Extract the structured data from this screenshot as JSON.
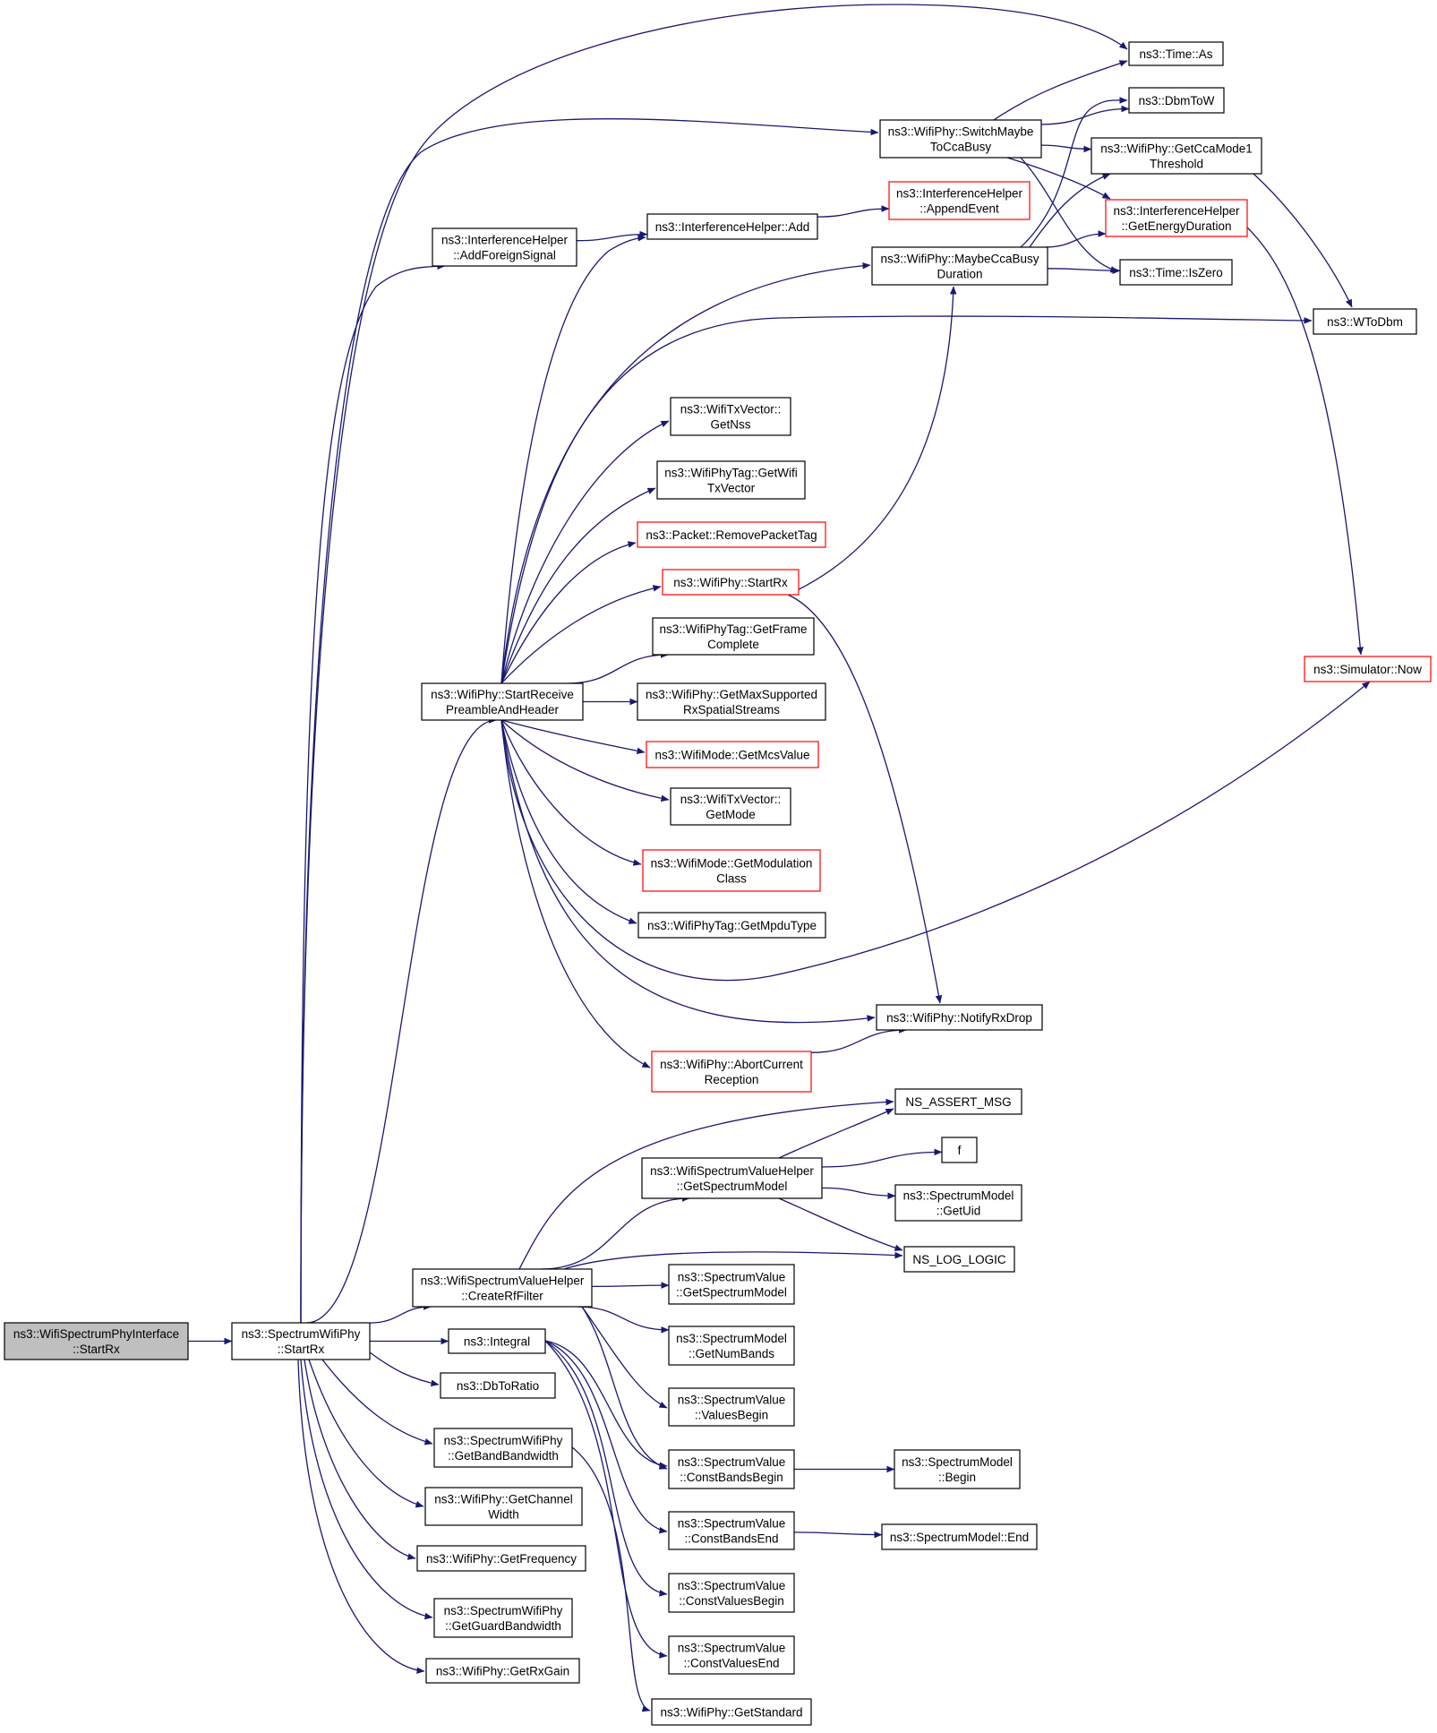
{
  "colors": {
    "edge": "#191970",
    "border": "#000000",
    "truncated_border": "#ff0000",
    "root_fill": "#bfbfbf",
    "node_fill": "#ffffff"
  },
  "nodes": [
    {
      "id": "root",
      "lines": [
        "ns3::WifiSpectrumPhyInterface",
        "::StartRx"
      ],
      "kind": "root"
    },
    {
      "id": "sp_startrx",
      "lines": [
        "ns3::SpectrumWifiPhy",
        "::StartRx"
      ],
      "kind": "normal"
    },
    {
      "id": "time_as",
      "lines": [
        "ns3::Time::As"
      ],
      "kind": "normal"
    },
    {
      "id": "switch_cca",
      "lines": [
        "ns3::WifiPhy::SwitchMaybe",
        "ToCcaBusy"
      ],
      "kind": "normal"
    },
    {
      "id": "dbmtow",
      "lines": [
        "ns3::DbmToW"
      ],
      "kind": "normal"
    },
    {
      "id": "ccamode",
      "lines": [
        "ns3::WifiPhy::GetCcaMode1",
        "Threshold"
      ],
      "kind": "normal"
    },
    {
      "id": "append_event",
      "lines": [
        "ns3::InterferenceHelper",
        "::AppendEvent"
      ],
      "kind": "truncated"
    },
    {
      "id": "energy_dur",
      "lines": [
        "ns3::InterferenceHelper",
        "::GetEnergyDuration"
      ],
      "kind": "truncated"
    },
    {
      "id": "add_foreign",
      "lines": [
        "ns3::InterferenceHelper",
        "::AddForeignSignal"
      ],
      "kind": "normal"
    },
    {
      "id": "ih_add",
      "lines": [
        "ns3::InterferenceHelper::Add"
      ],
      "kind": "normal"
    },
    {
      "id": "maybe_cca",
      "lines": [
        "ns3::WifiPhy::MaybeCcaBusy",
        "Duration"
      ],
      "kind": "normal"
    },
    {
      "id": "iszero",
      "lines": [
        "ns3::Time::IsZero"
      ],
      "kind": "normal"
    },
    {
      "id": "wtodbm",
      "lines": [
        "ns3::WToDbm"
      ],
      "kind": "normal"
    },
    {
      "id": "getnss",
      "lines": [
        "ns3::WifiTxVector::",
        "GetNss"
      ],
      "kind": "normal"
    },
    {
      "id": "get_txvector",
      "lines": [
        "ns3::WifiPhyTag::GetWifi",
        "TxVector"
      ],
      "kind": "normal"
    },
    {
      "id": "remove_tag",
      "lines": [
        "ns3::Packet::RemovePacketTag"
      ],
      "kind": "truncated"
    },
    {
      "id": "wp_startrx",
      "lines": [
        "ns3::WifiPhy::StartRx"
      ],
      "kind": "truncated"
    },
    {
      "id": "frame_complete",
      "lines": [
        "ns3::WifiPhyTag::GetFrame",
        "Complete"
      ],
      "kind": "normal"
    },
    {
      "id": "start_preamble",
      "lines": [
        "ns3::WifiPhy::StartReceive",
        "PreambleAndHeader"
      ],
      "kind": "normal"
    },
    {
      "id": "max_streams",
      "lines": [
        "ns3::WifiPhy::GetMaxSupported",
        "RxSpatialStreams"
      ],
      "kind": "normal"
    },
    {
      "id": "sim_now",
      "lines": [
        "ns3::Simulator::Now"
      ],
      "kind": "truncated"
    },
    {
      "id": "mcs_value",
      "lines": [
        "ns3::WifiMode::GetMcsValue"
      ],
      "kind": "truncated"
    },
    {
      "id": "txv_mode",
      "lines": [
        "ns3::WifiTxVector::",
        "GetMode"
      ],
      "kind": "normal"
    },
    {
      "id": "mod_class",
      "lines": [
        "ns3::WifiMode::GetModulation",
        "Class"
      ],
      "kind": "truncated"
    },
    {
      "id": "mpdu_type",
      "lines": [
        "ns3::WifiPhyTag::GetMpduType"
      ],
      "kind": "normal"
    },
    {
      "id": "notify_drop",
      "lines": [
        "ns3::WifiPhy::NotifyRxDrop"
      ],
      "kind": "normal"
    },
    {
      "id": "abort_rx",
      "lines": [
        "ns3::WifiPhy::AbortCurrent",
        "Reception"
      ],
      "kind": "truncated"
    },
    {
      "id": "ns_assert",
      "lines": [
        "NS_ASSERT_MSG"
      ],
      "kind": "normal"
    },
    {
      "id": "f",
      "lines": [
        "f"
      ],
      "kind": "normal"
    },
    {
      "id": "get_spec_model",
      "lines": [
        "ns3::WifiSpectrumValueHelper",
        "::GetSpectrumModel"
      ],
      "kind": "normal"
    },
    {
      "id": "getuid",
      "lines": [
        "ns3::SpectrumModel",
        "::GetUid"
      ],
      "kind": "normal"
    },
    {
      "id": "ns_log",
      "lines": [
        "NS_LOG_LOGIC"
      ],
      "kind": "normal"
    },
    {
      "id": "create_rf",
      "lines": [
        "ns3::WifiSpectrumValueHelper",
        "::CreateRfFilter"
      ],
      "kind": "normal"
    },
    {
      "id": "sv_getmodel",
      "lines": [
        "ns3::SpectrumValue",
        "::GetSpectrumModel"
      ],
      "kind": "normal"
    },
    {
      "id": "integral",
      "lines": [
        "ns3::Integral"
      ],
      "kind": "normal"
    },
    {
      "id": "numbands",
      "lines": [
        "ns3::SpectrumModel",
        "::GetNumBands"
      ],
      "kind": "normal"
    },
    {
      "id": "dbtoratio",
      "lines": [
        "ns3::DbToRatio"
      ],
      "kind": "normal"
    },
    {
      "id": "values_begin",
      "lines": [
        "ns3::SpectrumValue",
        "::ValuesBegin"
      ],
      "kind": "normal"
    },
    {
      "id": "band_bw",
      "lines": [
        "ns3::SpectrumWifiPhy",
        "::GetBandBandwidth"
      ],
      "kind": "normal"
    },
    {
      "id": "cbands_begin",
      "lines": [
        "ns3::SpectrumValue",
        "::ConstBandsBegin"
      ],
      "kind": "normal"
    },
    {
      "id": "sm_begin",
      "lines": [
        "ns3::SpectrumModel",
        "::Begin"
      ],
      "kind": "normal"
    },
    {
      "id": "chan_width",
      "lines": [
        "ns3::WifiPhy::GetChannel",
        "Width"
      ],
      "kind": "normal"
    },
    {
      "id": "cbands_end",
      "lines": [
        "ns3::SpectrumValue",
        "::ConstBandsEnd"
      ],
      "kind": "normal"
    },
    {
      "id": "sm_end",
      "lines": [
        "ns3::SpectrumModel::End"
      ],
      "kind": "normal"
    },
    {
      "id": "get_freq",
      "lines": [
        "ns3::WifiPhy::GetFrequency"
      ],
      "kind": "normal"
    },
    {
      "id": "cvalues_begin",
      "lines": [
        "ns3::SpectrumValue",
        "::ConstValuesBegin"
      ],
      "kind": "normal"
    },
    {
      "id": "guard_bw",
      "lines": [
        "ns3::SpectrumWifiPhy",
        "::GetGuardBandwidth"
      ],
      "kind": "normal"
    },
    {
      "id": "cvalues_end",
      "lines": [
        "ns3::SpectrumValue",
        "::ConstValuesEnd"
      ],
      "kind": "normal"
    },
    {
      "id": "rx_gain",
      "lines": [
        "ns3::WifiPhy::GetRxGain"
      ],
      "kind": "normal"
    },
    {
      "id": "get_standard",
      "lines": [
        "ns3::WifiPhy::GetStandard"
      ],
      "kind": "normal"
    }
  ],
  "edges": [
    [
      "root",
      "sp_startrx"
    ],
    [
      "sp_startrx",
      "time_as"
    ],
    [
      "sp_startrx",
      "switch_cca"
    ],
    [
      "sp_startrx",
      "add_foreign"
    ],
    [
      "sp_startrx",
      "start_preamble"
    ],
    [
      "sp_startrx",
      "create_rf"
    ],
    [
      "sp_startrx",
      "integral"
    ],
    [
      "sp_startrx",
      "dbtoratio"
    ],
    [
      "sp_startrx",
      "band_bw"
    ],
    [
      "sp_startrx",
      "chan_width"
    ],
    [
      "sp_startrx",
      "get_freq"
    ],
    [
      "sp_startrx",
      "guard_bw"
    ],
    [
      "sp_startrx",
      "rx_gain"
    ],
    [
      "switch_cca",
      "time_as"
    ],
    [
      "switch_cca",
      "dbmtow"
    ],
    [
      "switch_cca",
      "ccamode"
    ],
    [
      "switch_cca",
      "energy_dur"
    ],
    [
      "switch_cca",
      "iszero"
    ],
    [
      "add_foreign",
      "ih_add"
    ],
    [
      "ih_add",
      "append_event"
    ],
    [
      "maybe_cca",
      "dbmtow"
    ],
    [
      "maybe_cca",
      "ccamode"
    ],
    [
      "maybe_cca",
      "energy_dur"
    ],
    [
      "maybe_cca",
      "iszero"
    ],
    [
      "ccamode",
      "wtodbm"
    ],
    [
      "energy_dur",
      "sim_now"
    ],
    [
      "start_preamble",
      "ih_add"
    ],
    [
      "start_preamble",
      "maybe_cca"
    ],
    [
      "start_preamble",
      "wtodbm"
    ],
    [
      "start_preamble",
      "getnss"
    ],
    [
      "start_preamble",
      "get_txvector"
    ],
    [
      "start_preamble",
      "remove_tag"
    ],
    [
      "start_preamble",
      "wp_startrx"
    ],
    [
      "start_preamble",
      "frame_complete"
    ],
    [
      "start_preamble",
      "max_streams"
    ],
    [
      "start_preamble",
      "mcs_value"
    ],
    [
      "start_preamble",
      "txv_mode"
    ],
    [
      "start_preamble",
      "mod_class"
    ],
    [
      "start_preamble",
      "mpdu_type"
    ],
    [
      "start_preamble",
      "sim_now"
    ],
    [
      "start_preamble",
      "notify_drop"
    ],
    [
      "start_preamble",
      "abort_rx"
    ],
    [
      "wp_startrx",
      "maybe_cca"
    ],
    [
      "wp_startrx",
      "notify_drop"
    ],
    [
      "abort_rx",
      "notify_drop"
    ],
    [
      "create_rf",
      "ns_assert"
    ],
    [
      "create_rf",
      "get_spec_model"
    ],
    [
      "create_rf",
      "ns_log"
    ],
    [
      "create_rf",
      "sv_getmodel"
    ],
    [
      "create_rf",
      "numbands"
    ],
    [
      "create_rf",
      "values_begin"
    ],
    [
      "create_rf",
      "cbands_begin"
    ],
    [
      "get_spec_model",
      "ns_assert"
    ],
    [
      "get_spec_model",
      "f"
    ],
    [
      "get_spec_model",
      "getuid"
    ],
    [
      "get_spec_model",
      "ns_log"
    ],
    [
      "integral",
      "cbands_begin"
    ],
    [
      "integral",
      "cbands_end"
    ],
    [
      "integral",
      "cvalues_begin"
    ],
    [
      "integral",
      "cvalues_end"
    ],
    [
      "cbands_begin",
      "sm_begin"
    ],
    [
      "cbands_end",
      "sm_end"
    ],
    [
      "band_bw",
      "get_standard"
    ]
  ]
}
